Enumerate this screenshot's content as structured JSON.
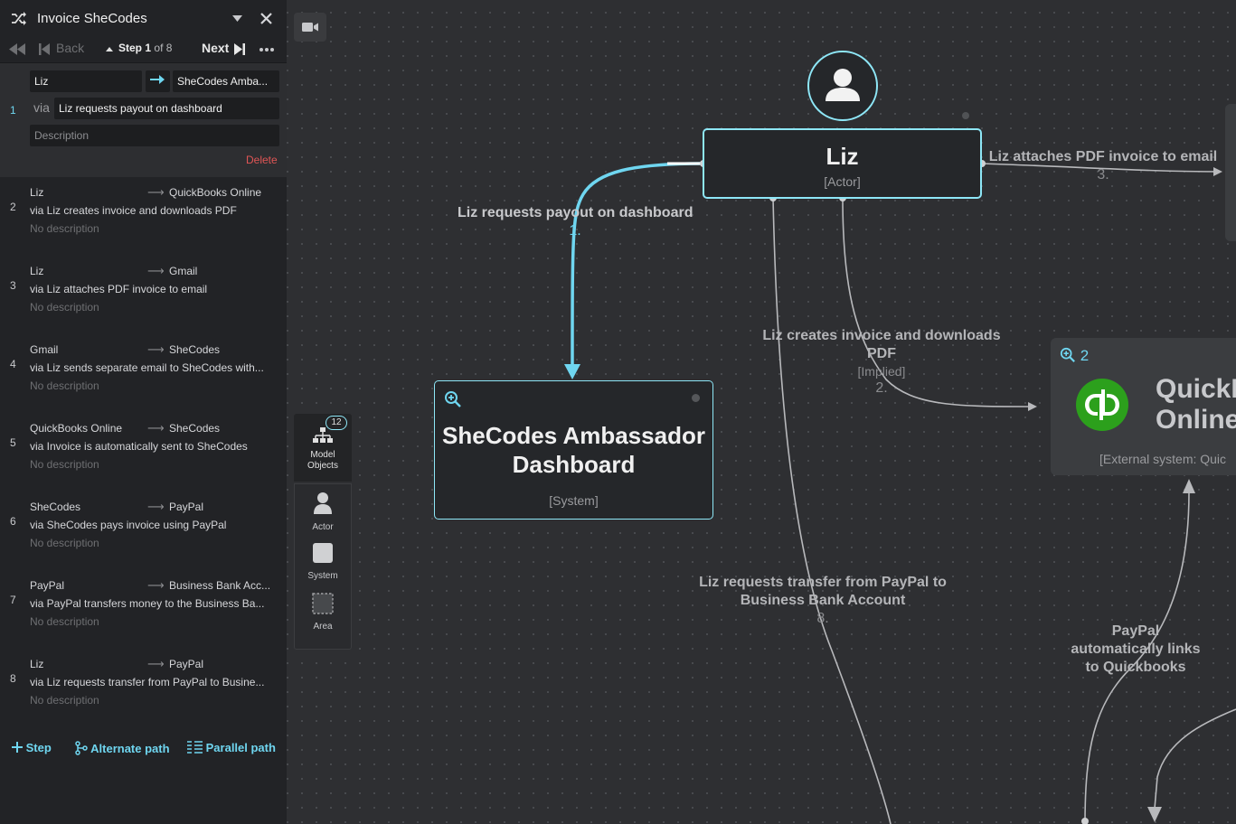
{
  "panel": {
    "title": "Invoice SheCodes",
    "back_label": "Back",
    "step_label": "Step",
    "step_current": "1",
    "step_of": "of 8",
    "next_label": "Next",
    "delete_label": "Delete",
    "via_label": "via"
  },
  "active_step": {
    "number": "1",
    "from": "Liz",
    "to": "SheCodes Amba...",
    "via_value": "Liz requests payout on dashboard",
    "description_placeholder": "Description"
  },
  "steps": [
    {
      "number": "2",
      "from": "Liz",
      "to": "QuickBooks Online",
      "via": "via Liz creates invoice and downloads PDF",
      "description": "No description"
    },
    {
      "number": "3",
      "from": "Liz",
      "to": "Gmail",
      "via": "via Liz attaches PDF invoice to email",
      "description": "No description"
    },
    {
      "number": "4",
      "from": "Gmail",
      "to": "SheCodes",
      "via": "via Liz sends separate email to SheCodes with...",
      "description": "No description"
    },
    {
      "number": "5",
      "from": "QuickBooks Online",
      "to": "SheCodes",
      "via": "via Invoice is automatically sent to SheCodes",
      "description": "No description"
    },
    {
      "number": "6",
      "from": "SheCodes",
      "to": "PayPal",
      "via": "via SheCodes pays invoice using PayPal",
      "description": "No description"
    },
    {
      "number": "7",
      "from": "PayPal",
      "to": "Business Bank Acc...",
      "via": "via PayPal transfers money to the Business Ba...",
      "description": "No description"
    },
    {
      "number": "8",
      "from": "Liz",
      "to": "PayPal",
      "via": "via Liz requests transfer from PayPal to Busine...",
      "description": "No description"
    }
  ],
  "footer": {
    "step_label": "Step",
    "alternate_label": "Alternate path",
    "parallel_label": "Parallel path"
  },
  "palette": {
    "model_objects_label": "Model Objects",
    "count": "12",
    "actor_label": "Actor",
    "system_label": "System",
    "area_label": "Area"
  },
  "nodes": {
    "liz": {
      "title": "Liz",
      "type": "[Actor]"
    },
    "dashboard": {
      "title": "SheCodes Ambassador Dashboard",
      "type": "[System]"
    },
    "quickbooks": {
      "title": "QuickBooks Online",
      "type": "[External system: Quic",
      "zoom_count": "2"
    }
  },
  "edges": {
    "e1": {
      "label": "Liz requests payout on dashboard",
      "num": "1."
    },
    "e2": {
      "label": "Liz creates invoice and downloads PDF",
      "implied": "[Implied]",
      "num": "2."
    },
    "e3": {
      "label": "Liz attaches PDF invoice to email",
      "num": "3."
    },
    "e8": {
      "label": "Liz requests transfer from PayPal to Business Bank Account",
      "num": "8."
    },
    "paypal": {
      "label": "PayPal automatically links to Quickbooks"
    }
  },
  "colors": {
    "accent": "#8ee7f7",
    "link": "#6fd6f0",
    "delete": "#e05555",
    "quickbooks_green": "#2ca01c"
  }
}
